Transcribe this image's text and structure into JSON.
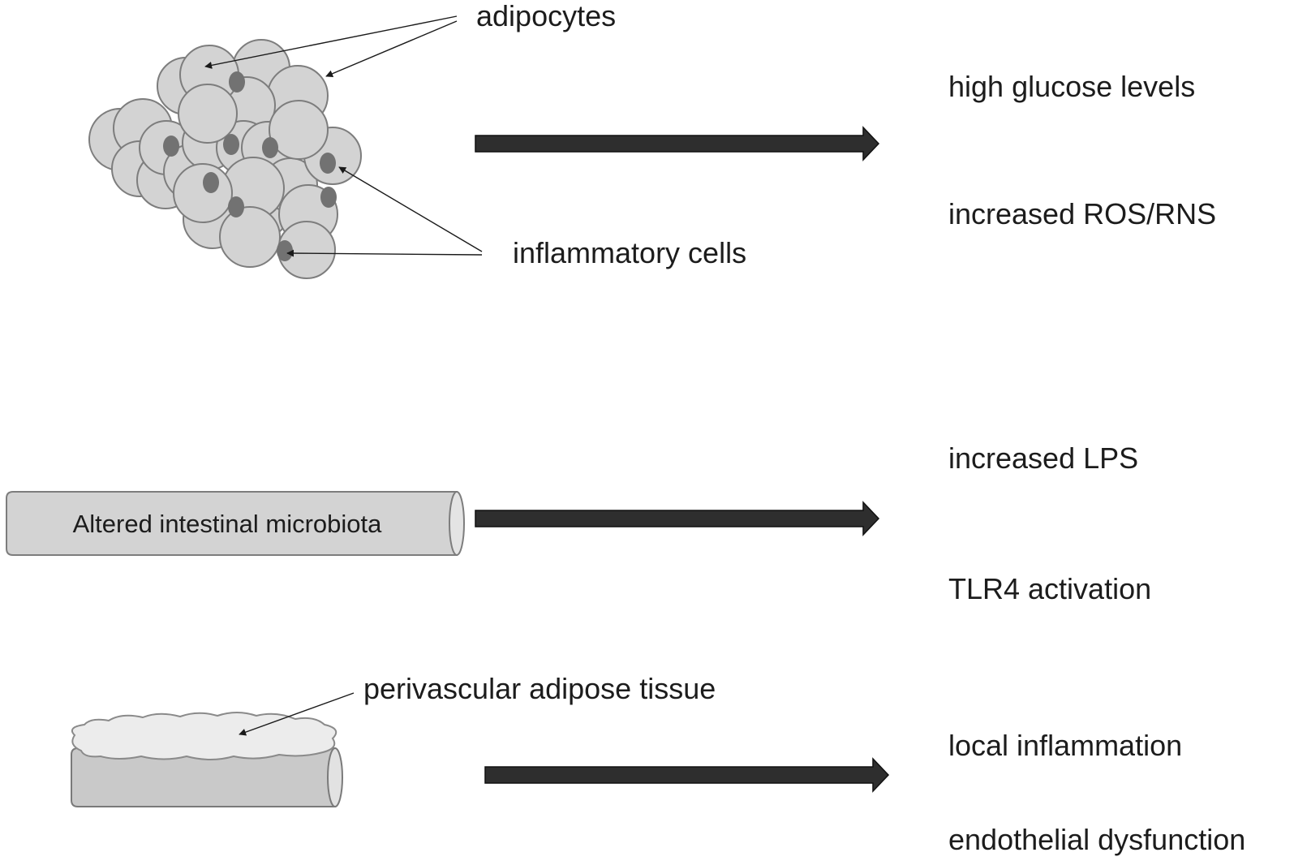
{
  "adipose_cluster": {
    "adipocytes_label": "adipocytes",
    "inflammatory_label": "inflammatory cells"
  },
  "intestine": {
    "label": "Altered intestinal microbiota"
  },
  "vessel": {
    "pvat_label": "perivascular adipose tissue"
  },
  "outcomes": {
    "row1": [
      "high glucose levels",
      "increased ROS/RNS"
    ],
    "row2": [
      "increased LPS",
      "TLR4 activation"
    ],
    "row3": [
      "local inflammation",
      "endothelial dysfunction"
    ]
  },
  "colors": {
    "cell_fill": "#d3d3d3",
    "cell_stroke": "#7d7d7d",
    "nucleus": "#727272",
    "arrow": "#2e2e2e",
    "pvat_fill": "#ececec",
    "vessel_fill": "#c9c9c9"
  }
}
